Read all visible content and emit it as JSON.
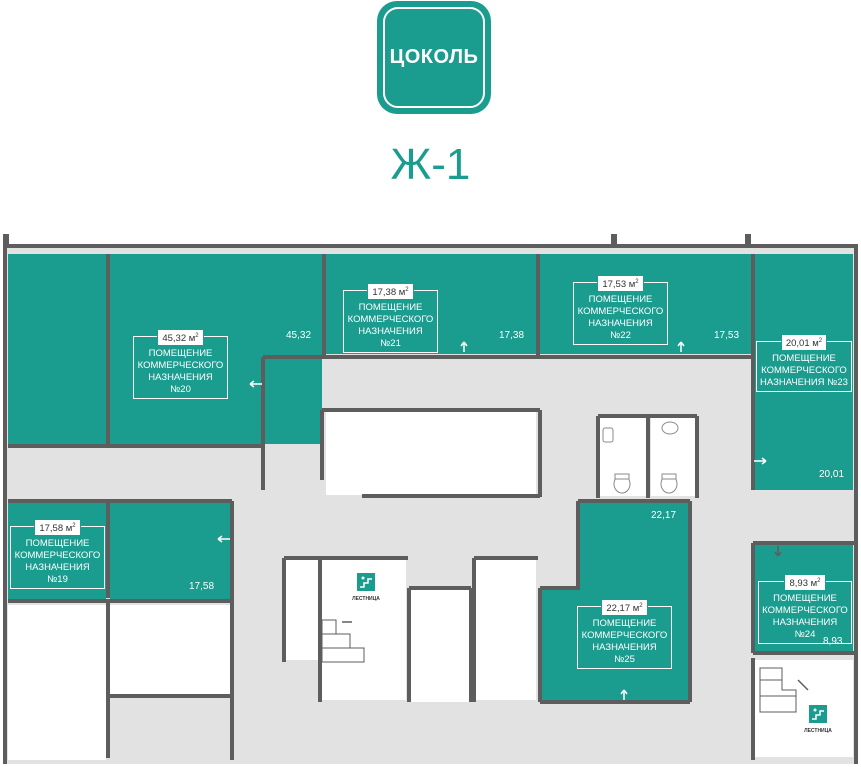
{
  "header": {
    "floor_label": "ЦОКОЛЬ",
    "building_label": "Ж-1"
  },
  "colors": {
    "accent": "#1a9c8f",
    "corridor": "#e2e2e2",
    "wall": "#5d5d5d",
    "room_white": "#ffffff"
  },
  "rooms": [
    {
      "id": "20",
      "area": "45,32",
      "line1": "ПОМЕЩЕНИЕ",
      "line2": "КОММЕРЧЕСКОГО",
      "line3": "НАЗНАЧЕНИЯ №20",
      "value": "45,32"
    },
    {
      "id": "21",
      "area": "17,38",
      "line1": "ПОМЕЩЕНИЕ",
      "line2": "КОММЕРЧЕСКОГО",
      "line3": "НАЗНАЧЕНИЯ №21",
      "value": "17,38"
    },
    {
      "id": "22",
      "area": "17,53",
      "line1": "ПОМЕЩЕНИЕ",
      "line2": "КОММЕРЧЕСКОГО",
      "line3": "НАЗНАЧЕНИЯ №22",
      "value": "17,53"
    },
    {
      "id": "23",
      "area": "20,01",
      "line1": "ПОМЕЩЕНИЕ",
      "line2": "КОММЕРЧЕСКОГО",
      "line3": "НАЗНАЧЕНИЯ №23",
      "value": "20,01"
    },
    {
      "id": "19",
      "area": "17,58",
      "line1": "ПОМЕЩЕНИЕ",
      "line2": "КОММЕРЧЕСКОГО",
      "line3": "НАЗНАЧЕНИЯ №19",
      "value": "17,58"
    },
    {
      "id": "25",
      "area": "22,17",
      "line1": "ПОМЕЩЕНИЕ",
      "line2": "КОММЕРЧЕСКОГО",
      "line3": "НАЗНАЧЕНИЯ №25",
      "value": "22,17"
    },
    {
      "id": "24",
      "area": "8,93",
      "line1": "ПОМЕЩЕНИЕ",
      "line2": "КОММЕРЧЕСКОГО",
      "line3": "НАЗНАЧЕНИЯ №24",
      "value": "8,93"
    }
  ],
  "unit": "м",
  "unit_exp": "2",
  "stairs": [
    {
      "caption": "ЛЕСТНИЦА",
      "icon": "staircase-icon"
    },
    {
      "caption": "ЛЕСТНИЦА",
      "icon": "staircase-icon"
    }
  ]
}
